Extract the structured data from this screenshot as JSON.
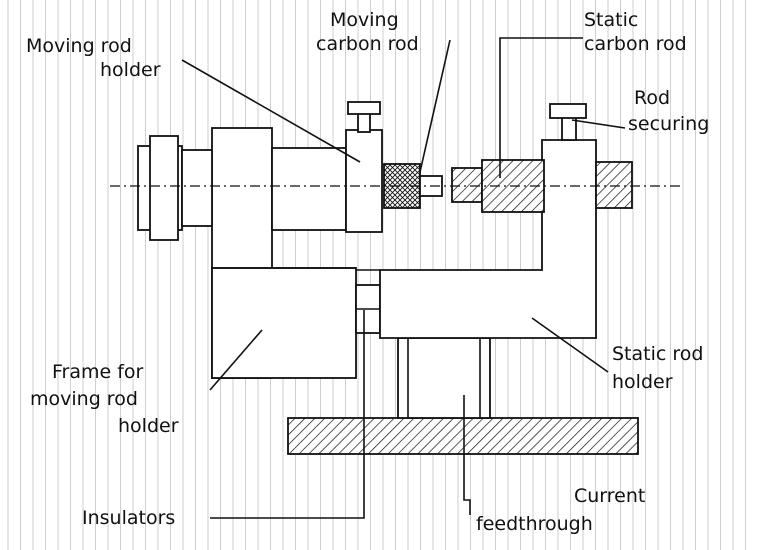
{
  "labels": {
    "moving_rod_holder": [
      "Moving rod",
      "holder"
    ],
    "moving_carbon_rod": [
      "Moving",
      "carbon rod"
    ],
    "static_carbon_rod": [
      "Static",
      "carbon rod"
    ],
    "rod_securing": [
      "Rod",
      "securing"
    ],
    "frame_moving": [
      "Frame for",
      "moving rod",
      "holder"
    ],
    "static_rod_holder": [
      "Static rod",
      "holder"
    ],
    "insulators": [
      "Insulators"
    ],
    "current_feedthrough": [
      "Current",
      "feedthrough"
    ]
  },
  "colors": {
    "ink": "#111111",
    "background": "#ffffff",
    "stripe": "#cfcfcf"
  },
  "background_pattern": "vertical-stripes"
}
